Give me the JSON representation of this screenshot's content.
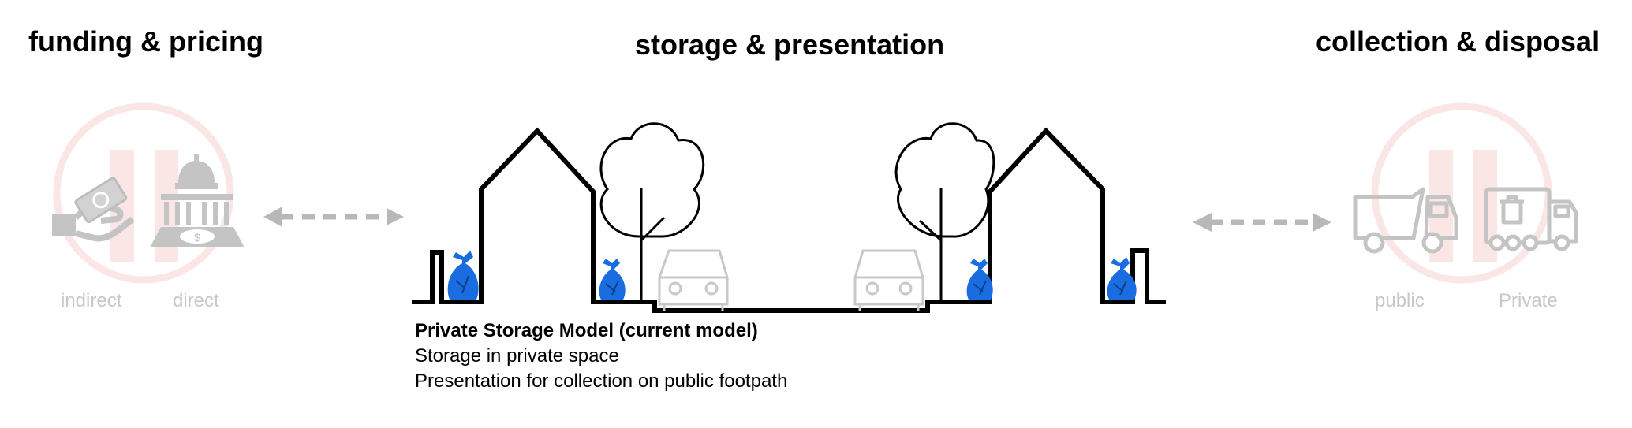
{
  "headings": {
    "funding": "funding & pricing",
    "storage": "storage & presentation",
    "collection": "collection & disposal"
  },
  "funding_options": {
    "indirect": "indirect",
    "direct": "direct"
  },
  "collection_options": {
    "public": "public",
    "private": "Private"
  },
  "caption": {
    "title": "Private Storage Model (current model)",
    "line1": "Storage in private space",
    "line2": "Presentation for collection on public footpath"
  },
  "colors": {
    "faded_icon": "#c8c8c8",
    "faded_red": "#f8d8d8",
    "bag_blue": "#1a6de0",
    "line_black": "#000000"
  },
  "icons": [
    "hand-money-icon",
    "government-building-icon",
    "dump-truck-icon",
    "garbage-truck-icon",
    "house-icon",
    "tree-icon",
    "car-icon",
    "trash-bag-icon"
  ]
}
